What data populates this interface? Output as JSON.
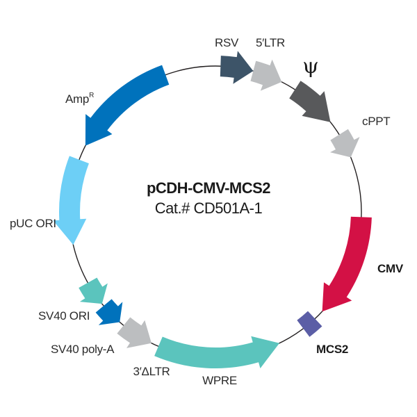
{
  "plasmid": {
    "name": "pCDH-CMV-MCS2",
    "catalog": "Cat.# CD501A-1"
  },
  "features": [
    {
      "id": "rsv",
      "label": "RSV",
      "color": "#3d5468",
      "start": 2,
      "end": 15,
      "direction": "cw",
      "type": "arrow",
      "bold": false
    },
    {
      "id": "ltr5",
      "label": "5′LTR",
      "color": "#bcbec0",
      "start": 15,
      "end": 27,
      "direction": "cw",
      "type": "arrow",
      "bold": false
    },
    {
      "id": "psi",
      "label": "ψ",
      "color": "#58595b",
      "start": 33,
      "end": 52,
      "direction": "cw",
      "type": "arrow",
      "bold": false
    },
    {
      "id": "cppt",
      "label": "cPPT",
      "color": "#bcbec0",
      "start": 58,
      "end": 68,
      "direction": "cw",
      "type": "arrow",
      "bold": false
    },
    {
      "id": "cmv",
      "label": "CMV",
      "color": "#d31145",
      "start": 92,
      "end": 133,
      "direction": "cw",
      "type": "arrow",
      "bold": true
    },
    {
      "id": "mcs2",
      "label": "MCS2",
      "color": "#5b5ea6",
      "start": 137,
      "end": 143,
      "direction": "none",
      "type": "box",
      "bold": true
    },
    {
      "id": "wpre",
      "label": "WPRE",
      "color": "#5bc4bd",
      "start": 154,
      "end": 203,
      "direction": "ccw",
      "type": "arrow",
      "bold": false
    },
    {
      "id": "ltr3",
      "label": "3′ΔLTR",
      "color": "#bcbec0",
      "start": 206,
      "end": 219,
      "direction": "ccw",
      "type": "arrow",
      "bold": false
    },
    {
      "id": "sv40pa",
      "label": "SV40 poly-A",
      "color": "#0072bc",
      "start": 221,
      "end": 230,
      "direction": "ccw",
      "type": "arrow",
      "bold": false
    },
    {
      "id": "sv40ori",
      "label": "SV40 ORI",
      "color": "#5bc4bd",
      "start": 231,
      "end": 241,
      "direction": "ccw",
      "type": "arrow",
      "bold": false
    },
    {
      "id": "puc",
      "label": "pUC ORI",
      "color": "#6dcff6",
      "start": 257,
      "end": 291,
      "direction": "ccw",
      "type": "arrow",
      "bold": false
    },
    {
      "id": "amp",
      "label": "Amp",
      "label_sup": "R",
      "color": "#0072bc",
      "start": 297,
      "end": 340,
      "direction": "ccw",
      "type": "arrow",
      "bold": false
    }
  ]
}
